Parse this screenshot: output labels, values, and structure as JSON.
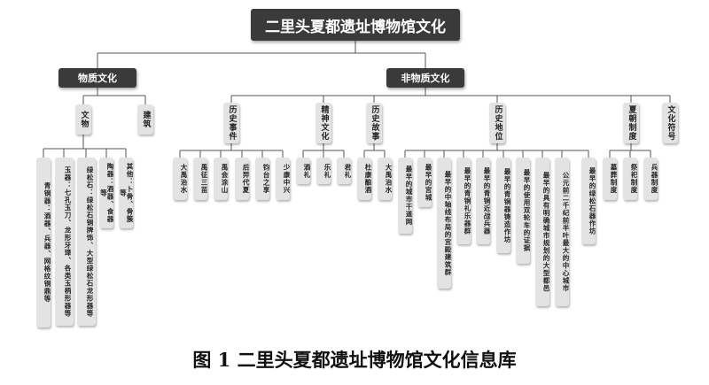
{
  "root": "二里头夏都遗址博物馆文化",
  "branches": [
    {
      "label": "物质文化",
      "children": [
        {
          "label": "文物",
          "leaves": [
            [
              "青铜器：酒器、兵器、网格纹铜鼎等"
            ],
            [
              "玉器：七孔玉刀、龙形牙璋、",
              "各类玉柄形器等"
            ],
            [
              "绿松石：绿松石铜牌饰、",
              "大型绿松石龙形器等"
            ],
            [
              "陶器：酒器、食器等"
            ],
            [
              "其他：卜骨、骨簇等"
            ]
          ]
        },
        {
          "label": "建筑",
          "leaves": []
        }
      ]
    },
    {
      "label": "非物质文化",
      "children": [
        {
          "label": "历史事件",
          "leaves": [
            "大禹治水",
            "禹征三苗",
            "禹会涂山",
            "后羿代夏",
            "钧台之享",
            "少康中兴"
          ]
        },
        {
          "label": "精神文化",
          "leaves": [
            "酒礼",
            "乐礼",
            "君礼"
          ]
        },
        {
          "label": "历史故事",
          "leaves": [
            "杜康酿酒",
            "大禹治水"
          ]
        },
        {
          "label": "历史地位",
          "leaves": [
            "最早的城市干道网",
            "最早的宫城",
            "最早的中轴线布局的宫殿建筑群",
            "最早的青铜礼乐器群",
            "最早的青铜近战兵器",
            "最早的青铜器铸造作坊",
            "最早的使用双轮车的证据",
            "最早的具有明确城市规划的大型都邑",
            "公元前二千纪前半叶最大的中心城市",
            "最早的绿松石器作坊"
          ]
        },
        {
          "label": "夏朝制度",
          "leaves": [
            "墓葬制度",
            "祭祀制度",
            "兵器制度"
          ]
        },
        {
          "label": "文化符号",
          "leaves": []
        }
      ]
    }
  ],
  "caption": "图 1  二里头夏都遗址博物馆文化信息库"
}
